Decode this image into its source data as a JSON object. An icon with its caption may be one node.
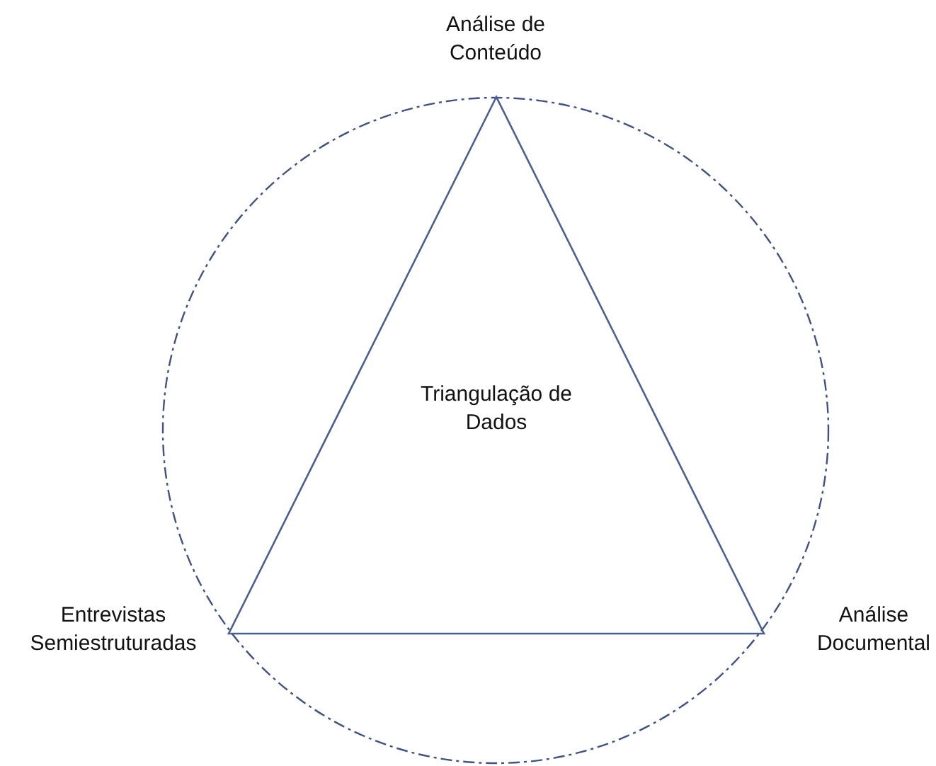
{
  "diagram": {
    "nodes": [
      {
        "text": [],
        "shape": "circle"
      },
      {
        "text": [
          "Triangulação de Dados"
        ],
        "in": 0
      }
    ],
    "labels": [
      "Análise de Conteúdo",
      "Entrevistas Semiestruturadas",
      "Análise Documental"
    ]
  }
}
